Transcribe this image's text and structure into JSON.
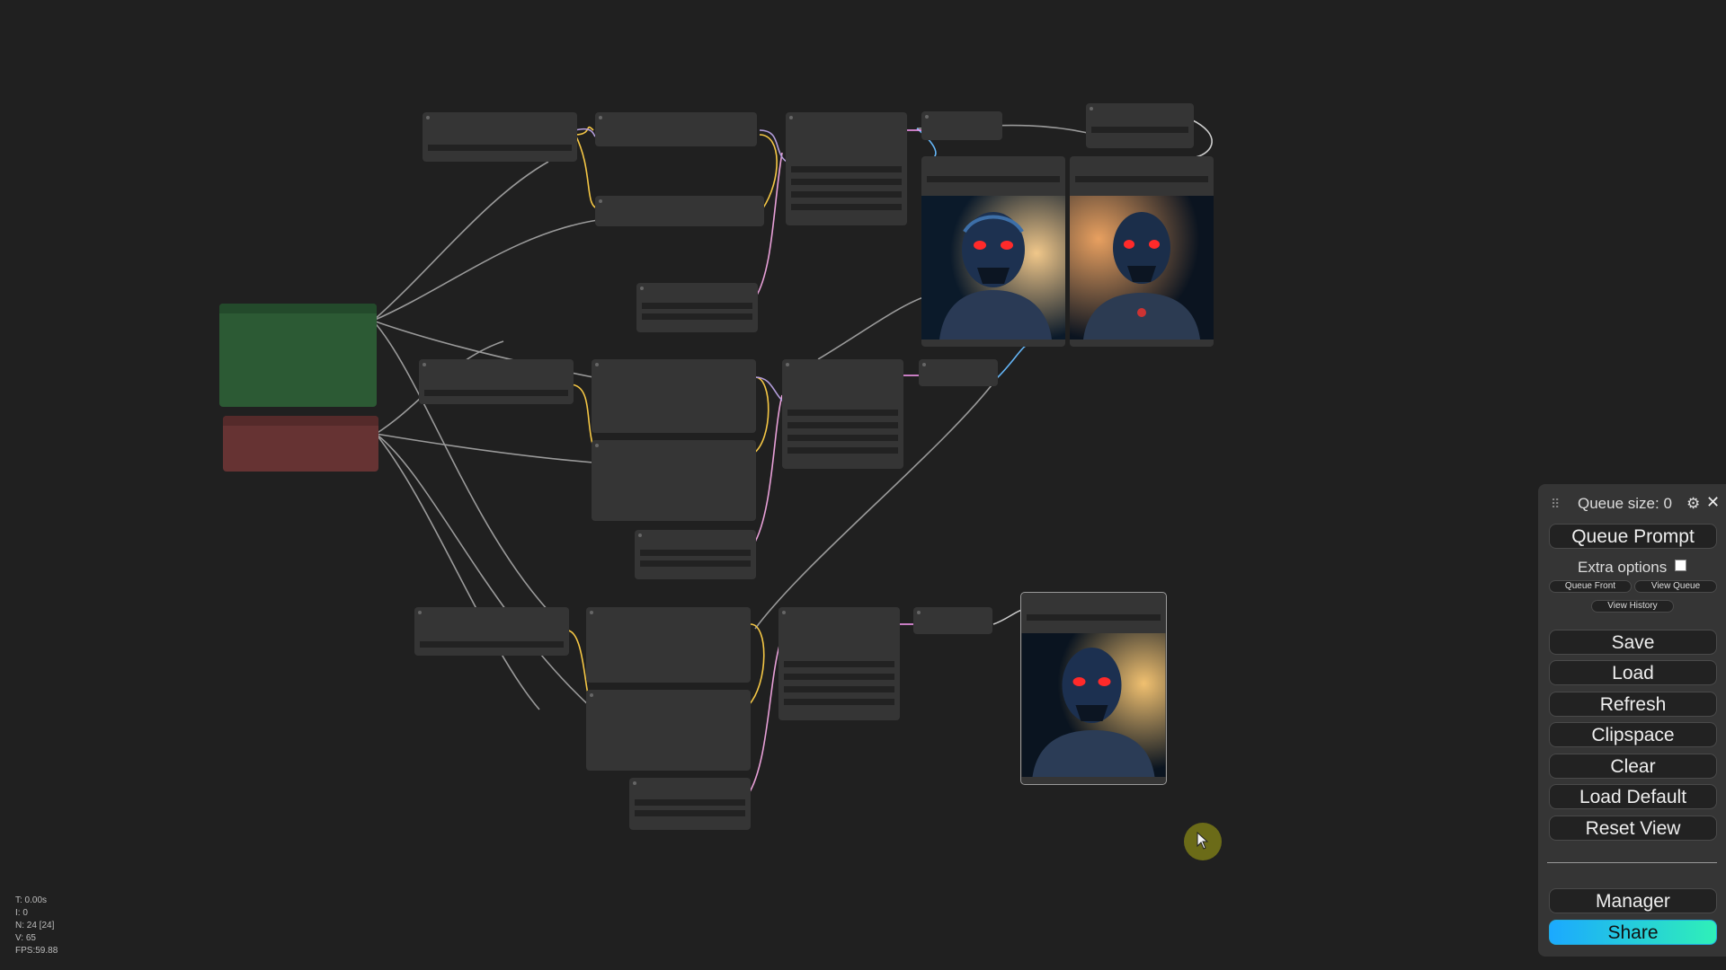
{
  "stats": {
    "time": "T: 0.00s",
    "iterations": "I: 0",
    "nodes": "N: 24 [24]",
    "vertices": "V: 65",
    "fps": "FPS:59.88"
  },
  "menu": {
    "queue_size": "Queue size: 0",
    "queue_prompt": "Queue Prompt",
    "extra_options": "Extra options",
    "queue_front": "Queue Front",
    "view_queue": "View Queue",
    "view_history": "View History",
    "save": "Save",
    "load": "Load",
    "refresh": "Refresh",
    "clipspace": "Clipspace",
    "clear": "Clear",
    "load_default": "Load Default",
    "reset_view": "Reset View",
    "manager": "Manager",
    "share": "Share"
  },
  "colors": {
    "canvas": "#202020",
    "node": "#353535",
    "positive_prompt_node": "#2c5a34",
    "negative_prompt_node": "#663333",
    "share_gradient": [
      "#1ba9ff",
      "#2ff0b8"
    ],
    "link_clip": "#f5c745",
    "link_model": "#b39ddb",
    "link_latent": "#ff9cf9",
    "link_image": "#64b5f6",
    "link_conditioning": "#cccccc"
  },
  "icons": {
    "drag_handle": "drag-handle-icon",
    "settings": "gear-icon",
    "close": "close-icon",
    "cursor": "mouse-pointer-icon"
  }
}
